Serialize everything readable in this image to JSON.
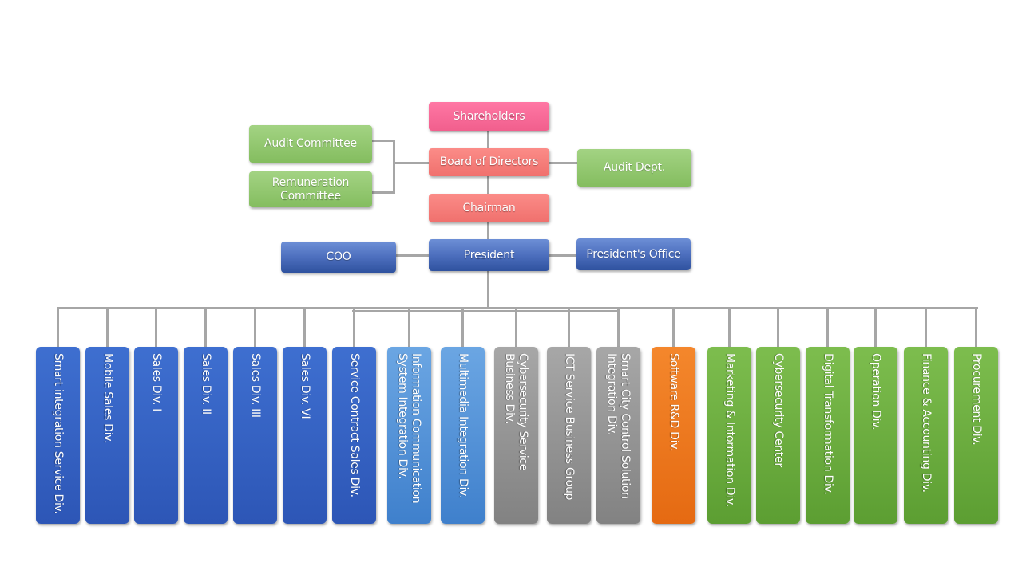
{
  "top": {
    "shareholders": "Shareholders",
    "board": "Board of Directors",
    "chairman": "Chairman",
    "president": "President",
    "coo": "COO",
    "presidents_office": "President's Office",
    "audit_committee": "Audit Committee",
    "remuneration_committee": "Remuneration\nCommittee",
    "audit_dept": "Audit Dept."
  },
  "divisions": [
    {
      "label": "Smart integration Service Div.",
      "color": "blue"
    },
    {
      "label": "Mobile Sales Div.",
      "color": "blue"
    },
    {
      "label": "Sales Div. I",
      "color": "blue"
    },
    {
      "label": "Sales Div. II",
      "color": "blue"
    },
    {
      "label": "Sales Div. III",
      "color": "blue"
    },
    {
      "label": "Sales Div. VI",
      "color": "blue"
    },
    {
      "label": "Service Contract Sales Div.",
      "color": "blue"
    },
    {
      "label": "Information Communication\nSystem Integration Div.",
      "color": "lightblue"
    },
    {
      "label": "Multimedia Integration Div.",
      "color": "lightblue"
    },
    {
      "label": "Cybersecurity Service\nBusiness Div.",
      "color": "gray"
    },
    {
      "label": "ICT Service Business Group",
      "color": "gray"
    },
    {
      "label": "Smart City Control Solution\nIntegration Div.",
      "color": "gray"
    },
    {
      "label": "Software R&D Div.",
      "color": "orange"
    },
    {
      "label": "Marketing & Information Div.",
      "color": "green"
    },
    {
      "label": "Cybersecurity Center",
      "color": "green"
    },
    {
      "label": "Digital Transformation Div.",
      "color": "green"
    },
    {
      "label": "Operation Div.",
      "color": "green"
    },
    {
      "label": "Finance & Accounting Div.",
      "color": "green"
    },
    {
      "label": "Procurement Div.",
      "color": "green"
    }
  ],
  "colors": {
    "pink": "#f15f8d",
    "salmon": "#f0706d",
    "green": "#84bd5f",
    "navy": "#3b5fb0",
    "blue": "#2d56b6",
    "lightblue": "#4a8bd2",
    "gray": "#8e8e8e",
    "orange": "#e9741b",
    "division_green": "#66a83c",
    "connector": "#a6a6a6"
  }
}
